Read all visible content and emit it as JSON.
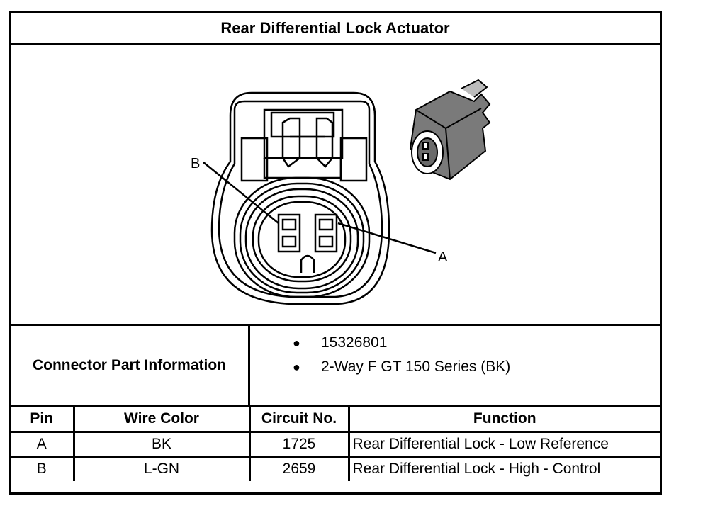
{
  "title": "Rear Differential Lock Actuator",
  "diagram": {
    "label_b": "B",
    "label_a": "A"
  },
  "connector_info": {
    "label": "Connector Part Information",
    "items": [
      "15326801",
      "2-Way F GT 150 Series (BK)"
    ],
    "bullet": "●"
  },
  "pin_table": {
    "headers": [
      "Pin",
      "Wire Color",
      "Circuit No.",
      "Function"
    ],
    "rows": [
      {
        "pin": "A",
        "wire_color": "BK",
        "circuit": "1725",
        "function": "Rear Differential Lock - Low Reference"
      },
      {
        "pin": "B",
        "wire_color": "L-GN",
        "circuit": "2659",
        "function": "Rear Differential Lock - High - Control"
      }
    ]
  }
}
